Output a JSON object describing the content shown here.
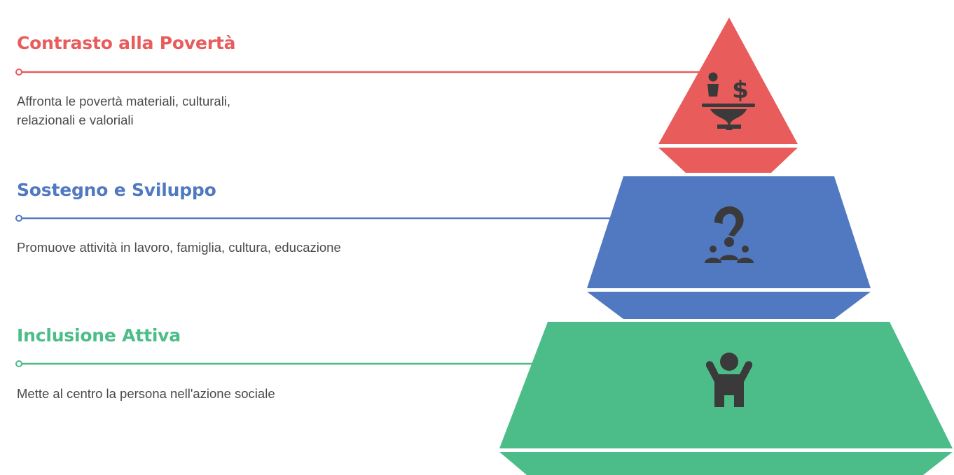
{
  "colors": {
    "top": "#e85c5c",
    "middle": "#5179c1",
    "bottom": "#4cbd89",
    "icon": "#3a3a3a",
    "text": "#4a4a4a"
  },
  "levels": [
    {
      "title": "Contrasto alla Povertà",
      "description": "Affronta le povertà materiali, culturali, relazionali e valoriali",
      "icon": "scale-person-dollar-icon"
    },
    {
      "title": "Sostegno e Sviluppo",
      "description": "Promuove attività in lavoro, famiglia, cultura, educazione",
      "icon": "group-support-icon"
    },
    {
      "title": "Inclusione Attiva",
      "description": "Mette al centro la persona nell'azione sociale",
      "icon": "person-arms-up-icon"
    }
  ]
}
